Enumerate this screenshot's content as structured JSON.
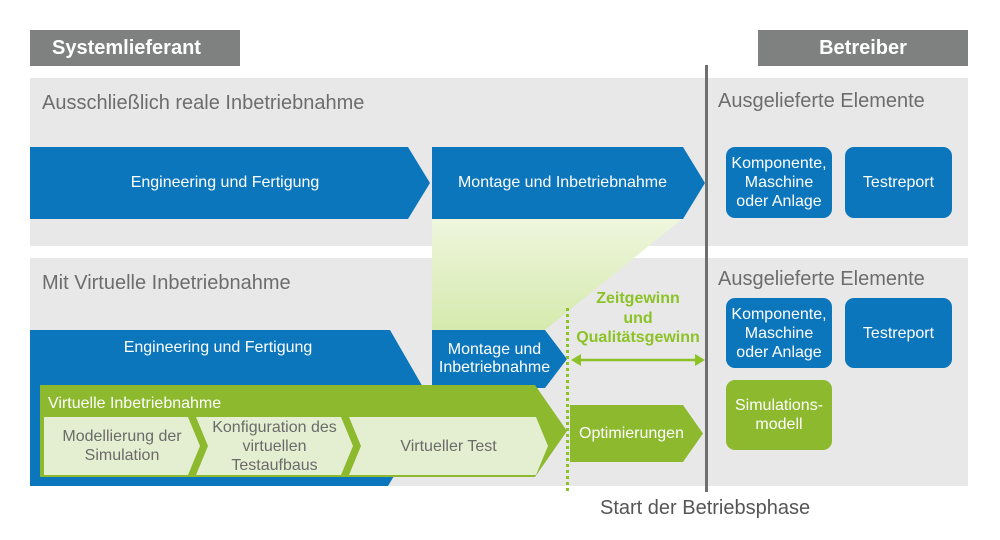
{
  "header": {
    "supplier_label": "Systemlieferant",
    "operator_label": "Betreiber"
  },
  "real": {
    "title": "Ausschließlich reale Inbetriebnahme",
    "phases": {
      "engineering": "Engineering und Fertigung",
      "assembly": "Montage und Inbetriebnahme"
    },
    "delivered": {
      "title": "Ausgelieferte Elemente",
      "component": "Komponente,\nMaschine\noder Anlage",
      "test_report": "Testreport"
    }
  },
  "virtual": {
    "title": "Mit Virtuelle Inbetriebnahme",
    "phases": {
      "engineering": "Engineering und Fertigung",
      "assembly": "Montage und\nInbetriebnahme",
      "optimization": "Optimierungen"
    },
    "virtual_commissioning": {
      "label": "Virtuelle Inbetriebnahme",
      "steps": [
        "Modellierung der\nSimulation",
        "Konfiguration des\nvirtuellen\nTestaufbaus",
        "Virtueller Test"
      ]
    },
    "delivered": {
      "title": "Ausgelieferte Elemente",
      "component": "Komponente,\nMaschine\noder Anlage",
      "test_report": "Testreport",
      "simulation_model": "Simulations-\nmodell"
    }
  },
  "gain_label": "Zeitgewinn\nund\nQualitätsgewinn",
  "operation_start_label": "Start der Betriebsphase",
  "colors": {
    "blue": "#0B76BC",
    "green": "#8CB92D",
    "highlight_green": "#8DC226",
    "header_gray": "#7F8080",
    "panel_gray": "#E8E8E9",
    "divider_gray": "#6E6F71",
    "step_fill": "#E4EED0"
  }
}
